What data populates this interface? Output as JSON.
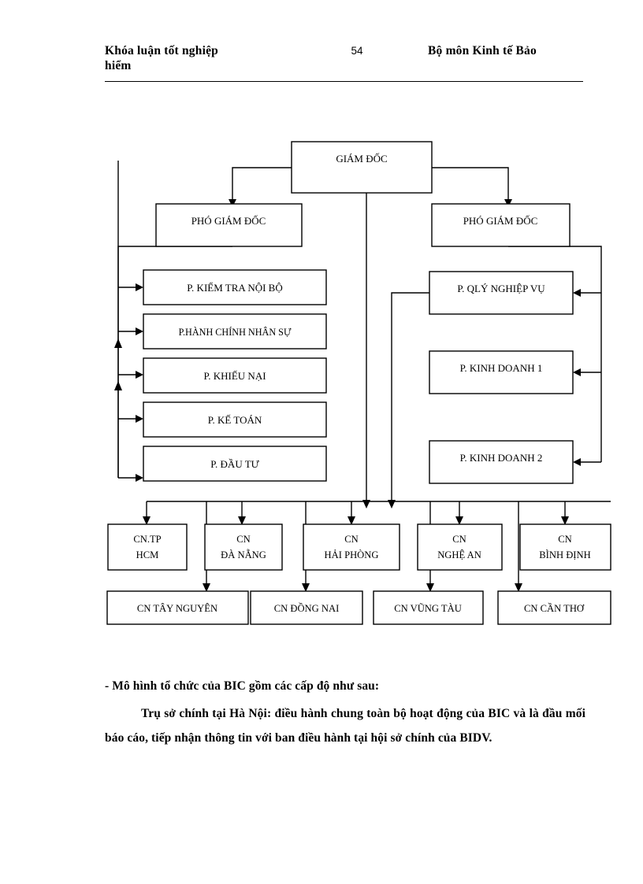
{
  "header": {
    "left_line1": "Khóa luận tốt nghiệp",
    "left_line2": "hiểm",
    "page_number": "54",
    "right": "Bộ môn Kinh tế Bảo"
  },
  "chart_data": {
    "type": "diagram",
    "title": "",
    "nodes": {
      "director": "GIÁM ĐỐC",
      "deputy_left": "PHÓ GIÁM ĐỐC",
      "deputy_right": "PHÓ GIÁM ĐỐC",
      "left_departments": [
        "P. KIỂM TRA NỘI BỘ",
        "P.HÀNH CHÍNH NHÂN SỰ",
        "P. KHIẾU NẠI",
        "P. KẾ TOÁN",
        "P. ĐẦU TƯ"
      ],
      "right_departments": [
        "P. QLÝ NGHIỆP VỤ",
        "P. KINH DOANH 1",
        "P. KINH DOANH 2"
      ],
      "branches_row1": [
        {
          "line1": "CN.TP",
          "line2": "HCM"
        },
        {
          "line1": "CN",
          "line2": "ĐÀ NẴNG"
        },
        {
          "line1": "CN",
          "line2": "HẢI PHÒNG"
        },
        {
          "line1": "CN",
          "line2": "NGHỆ AN"
        },
        {
          "line1": "CN",
          "line2": "BÌNH ĐỊNH"
        }
      ],
      "branches_row2": [
        "CN TÂY NGUYÊN",
        "CN ĐỒNG NAI",
        "CN VŨNG TÀU",
        "CN CẦN THƠ"
      ]
    }
  },
  "body": {
    "paragraph1": "- Mô hình tổ chức của BIC gồm các cấp độ như sau:",
    "paragraph2": "Trụ sở chính tại Hà Nội: điều hành chung toàn bộ hoạt động của BIC và là đầu mối báo cáo, tiếp nhận thông tin với ban điều hành tại hội sở chính của BIDV."
  }
}
